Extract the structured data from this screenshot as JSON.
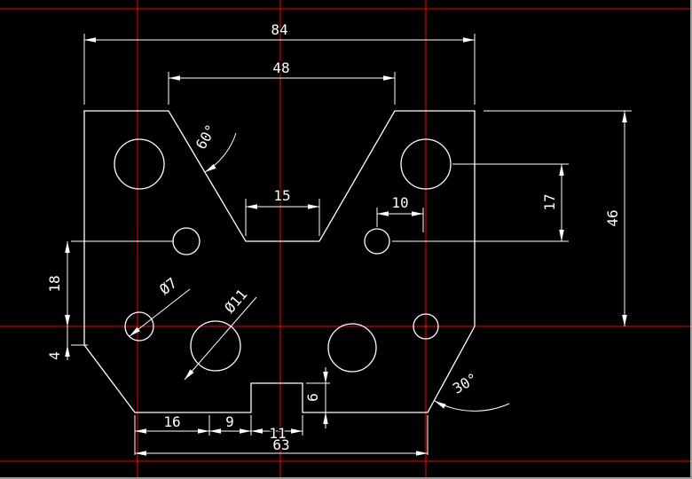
{
  "meta": {
    "title": "CAD part drawing - dimensioned plate with holes",
    "background": "#000000"
  },
  "colors": {
    "geometry": "#ffffff",
    "centerline": "#ff0000",
    "dimension_text": "#ffffff"
  },
  "dims": {
    "d84": "84",
    "d48": "48",
    "d15": "15",
    "d10": "10",
    "d17": "17",
    "d46": "46",
    "d18": "18",
    "d4": "4",
    "d16": "16",
    "d9": "9",
    "d11": "11",
    "d63": "63",
    "d6": "6",
    "dia7": "Ø7",
    "dia11": "Ø11",
    "a60": "60°",
    "a30": "30°"
  }
}
